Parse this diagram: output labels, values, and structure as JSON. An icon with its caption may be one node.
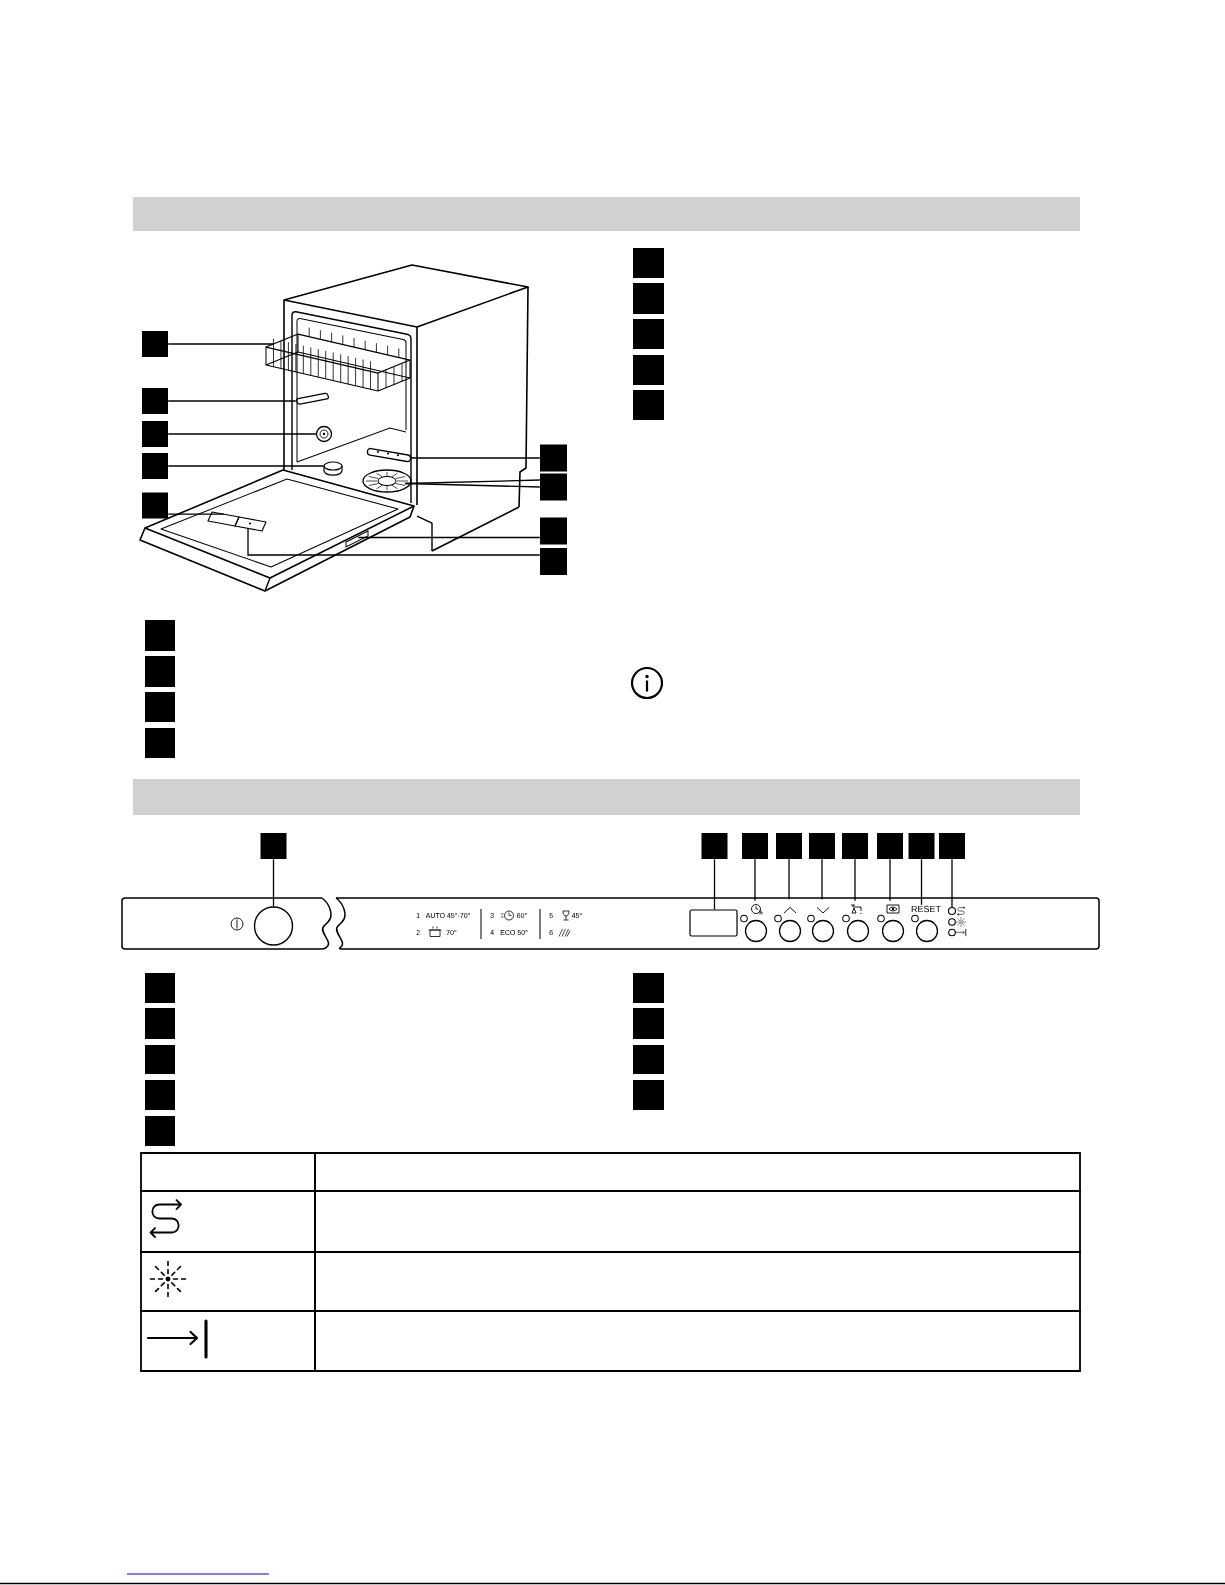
{
  "diagram": {
    "nodes": [
      {
        "text": [],
        "shape": "box"
      },
      {
        "text": [],
        "shape": "box"
      },
      {
        "text": [],
        "shape": "box"
      },
      {
        "text": [],
        "shape": "box"
      },
      {
        "text": [],
        "shape": "box"
      },
      {
        "text": [],
        "shape": "box"
      },
      {
        "text": [],
        "shape": "box"
      },
      {
        "text": [],
        "shape": "box"
      },
      {
        "text": [],
        "shape": "box"
      },
      {
        "text": [],
        "shape": "box"
      },
      {
        "text": [],
        "shape": "box"
      },
      {
        "text": [],
        "shape": "box"
      },
      {
        "text": [],
        "shape": "box"
      },
      {
        "text": [],
        "shape": "box"
      },
      {
        "text": [],
        "shape": "box"
      },
      {
        "text": [],
        "shape": "box"
      },
      {
        "text": [],
        "shape": "box"
      },
      {
        "text": [],
        "shape": "box"
      },
      {
        "text": [],
        "shape": "box"
      },
      {
        "text": [],
        "shape": "box"
      },
      {
        "text": [],
        "shape": "box"
      },
      {
        "text": [],
        "shape": "box"
      },
      {
        "text": [],
        "shape": "box"
      },
      {
        "text": [],
        "shape": "box"
      },
      {
        "text": [],
        "shape": "box"
      },
      {
        "text": [],
        "shape": "box"
      },
      {
        "text": [],
        "shape": "box"
      },
      {
        "text": [],
        "shape": "box"
      },
      {
        "text": [],
        "shape": "box"
      },
      {
        "text": [],
        "shape": "box"
      },
      {
        "text": [],
        "shape": "box"
      },
      {
        "text": [],
        "shape": "box"
      },
      {
        "text": [],
        "shape": "box"
      },
      {
        "text": [],
        "shape": "box"
      },
      {
        "text": [],
        "shape": "box"
      },
      {
        "text": [],
        "shape": "box"
      },
      {
        "text": [],
        "shape": "picture"
      },
      {
        "text": [],
        "shape": "picture"
      },
      {
        "text": [],
        "shape": "picture"
      },
      {
        "text": [],
        "shape": "picture"
      },
      {
        "text": [],
        "shape": "picture"
      },
      {
        "text": [],
        "shape": "picture"
      },
      {
        "text": [],
        "shape": "picture"
      },
      {
        "text": [],
        "shape": "picture"
      },
      {
        "text": [],
        "shape": "picture"
      },
      {
        "text": [],
        "shape": "box"
      },
      {
        "text": [
          "1",
          "AUTO 45°-70°",
          "3",
          "60°",
          "5",
          "45°",
          "2",
          "70°",
          "4",
          "ECO 50°",
          "6"
        ]
      },
      {
        "text": [],
        "shape": "circle",
        "in": 45
      },
      {
        "text": [],
        "shape": "box",
        "in": 46
      },
      {
        "text": [],
        "shape": "picture",
        "in": 46
      },
      {
        "text": [],
        "shape": "picture",
        "in": 46
      },
      {
        "text": [],
        "shape": "picture",
        "in": 46
      },
      {
        "text": [],
        "shape": "picture",
        "in": 46
      },
      {
        "text": [],
        "shape": "picture",
        "in": 46
      },
      {
        "text": [
          "RESET"
        ],
        "in": 46
      },
      {
        "text": [],
        "shape": "circle",
        "in": 46
      }
    ],
    "edges": [
      {
        "from": 0,
        "to": 36,
        "arrow": "none"
      },
      {
        "from": 1,
        "to": 37,
        "arrow": "none"
      },
      {
        "from": 2,
        "to": 38,
        "arrow": "none"
      },
      {
        "from": 3,
        "to": 39,
        "arrow": "none"
      },
      {
        "from": 4,
        "to": 40,
        "arrow": "none"
      },
      {
        "from": 5,
        "to": 41,
        "arrow": "none"
      },
      {
        "from": 6,
        "to": 42,
        "arrow": "none"
      },
      {
        "from": 6,
        "to": 42,
        "arrow": "none"
      },
      {
        "from": 7,
        "to": 43,
        "arrow": "none"
      },
      {
        "from": 8,
        "to": 44,
        "arrow": "none"
      },
      {
        "from": 18,
        "to": 47,
        "arrow": "none"
      },
      {
        "from": 19,
        "to": 48,
        "arrow": "none"
      },
      {
        "from": 20,
        "to": 49,
        "arrow": "none"
      },
      {
        "from": 21,
        "to": 50,
        "arrow": "none"
      },
      {
        "from": 22,
        "to": 51,
        "arrow": "none"
      },
      {
        "from": 23,
        "to": 52,
        "arrow": "none"
      },
      {
        "from": 24,
        "to": 53,
        "arrow": "none"
      },
      {
        "from": 25,
        "to": 54,
        "arrow": "none"
      },
      {
        "from": 26,
        "to": 55,
        "arrow": "none"
      }
    ]
  }
}
